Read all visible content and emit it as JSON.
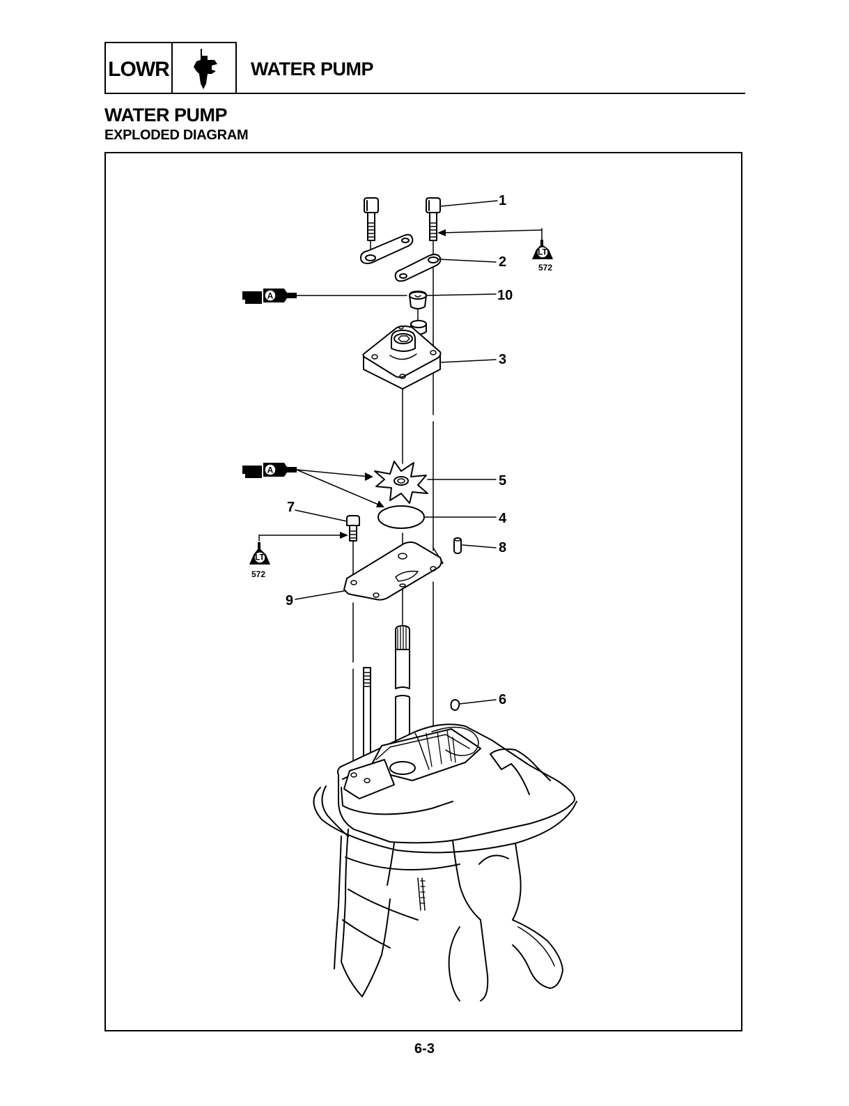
{
  "header": {
    "section_code": "LOWR",
    "title": "WATER PUMP",
    "section_icon": "lower-unit-icon"
  },
  "section": {
    "title": "WATER PUMP",
    "subtitle": "EXPLODED DIAGRAM"
  },
  "callouts": [
    "1",
    "2",
    "3",
    "4",
    "5",
    "6",
    "7",
    "8",
    "9",
    "10"
  ],
  "symbols": {
    "grease": {
      "icon": "grease-gun-icon",
      "letter": "A"
    },
    "threadlock": {
      "icon": "threadlock-bottle-icon",
      "letters": "LT",
      "number": "572"
    }
  },
  "page_number": "6-3"
}
